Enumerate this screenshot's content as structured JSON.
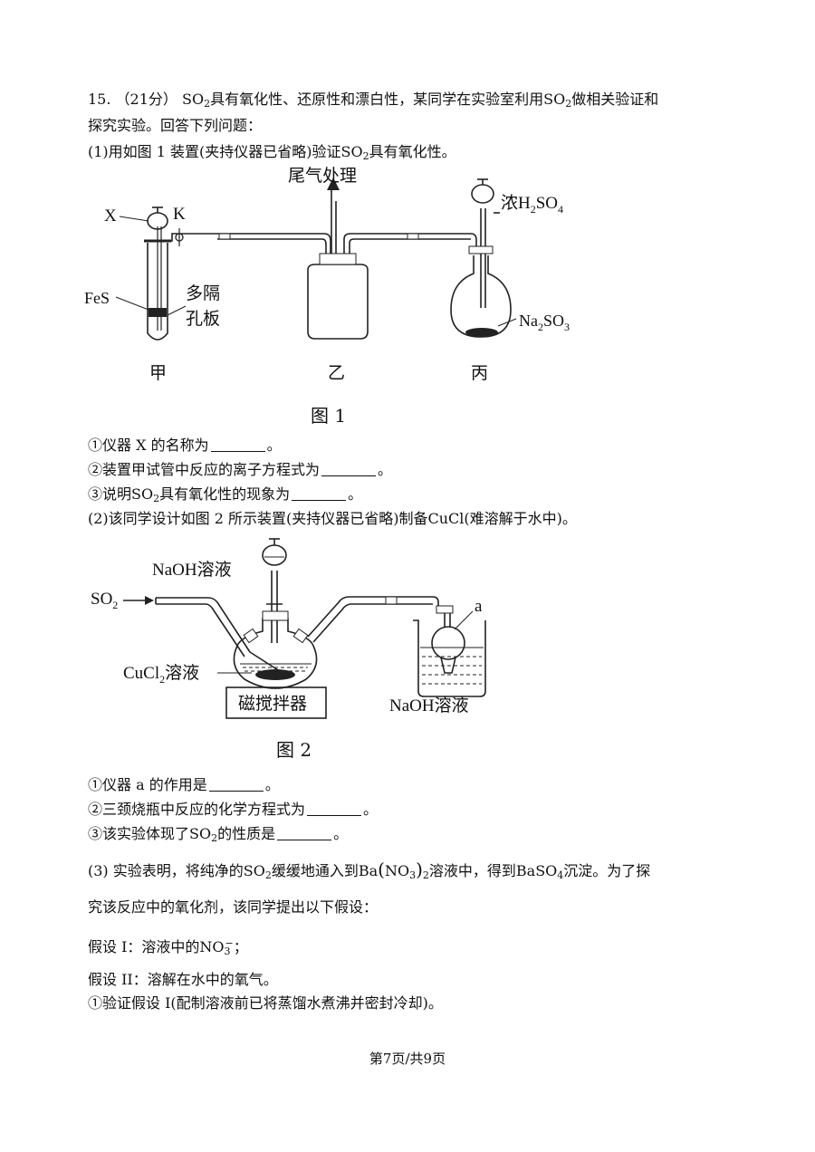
{
  "question": {
    "number": "15.",
    "score": "（21分）",
    "line1_a": "SO",
    "line1_b": "具有氧化性、还原性和漂白性，某同学在实验室利用",
    "line1_c": "SO",
    "line1_d": "做相关验证和",
    "line2": "探究实验。回答下列问题：",
    "part1_a": "(1)用如图 1 装置(夹持仪器已省略)验证",
    "part1_b": "SO",
    "part1_c": "具有氧化性。"
  },
  "figure1": {
    "label_tail": "尾气处理",
    "label_x": "X",
    "label_k": "K",
    "label_fes": "FeS",
    "label_plate_1": "多隔",
    "label_plate_2": "孔板",
    "label_conc_a": "浓H",
    "label_conc_b": "2",
    "label_conc_c": "SO",
    "label_conc_d": "4",
    "label_na_a": "Na",
    "label_na_b": "2",
    "label_na_c": "SO",
    "label_na_d": "3",
    "label_jia": "甲",
    "label_yi": "乙",
    "label_bing": "丙",
    "caption": "图 1"
  },
  "part1_items": {
    "q1": "①仪器 X 的名称为",
    "q2": "②装置甲试管中反应的离子方程式为",
    "q3_a": "③说明",
    "q3_b": "SO",
    "q3_c": "具有氧化性的现象为"
  },
  "part2": {
    "text": "(2)该同学设计如图 2 所示装置(夹持仪器已省略)制备CuCl(难溶解于水中)。"
  },
  "figure2": {
    "label_naoh_top": "NaOH溶液",
    "label_so2_a": "SO",
    "label_so2_b": "2",
    "label_a": "a",
    "label_cucl2_a": "CuCl",
    "label_cucl2_b": "2",
    "label_cucl2_c": "溶液",
    "label_stirrer": "磁搅拌器",
    "label_naoh_bottom": "NaOH溶液",
    "caption": "图 2"
  },
  "part2_items": {
    "q1": "①仪器 a 的作用是",
    "q2": "②三颈烧瓶中反应的化学方程式为",
    "q3_a": "③该实验体现了",
    "q3_b": "SO",
    "q3_c": "的性质是"
  },
  "part3": {
    "line1_a": "(3) 实验表明，将纯净的",
    "line1_b": "SO",
    "line1_c": "缓缓地通入到",
    "line1_d": "Ba",
    "line1_e": "NO",
    "line1_f": "溶液中，得到",
    "line1_g": "BaSO",
    "line1_h": "沉淀。为了探",
    "line2": "究该反应中的氧化剂，该同学提出以下假设：",
    "hyp1_a": "假设 I：溶液中的",
    "hyp1_b": "NO",
    "hyp1_c": "；",
    "hyp2": "假设 II：溶解在水中的氧气。",
    "verify": "①验证假设 I(配制溶液前已将蒸馏水煮沸并密封冷却)。"
  },
  "footer": "第7页/共9页"
}
